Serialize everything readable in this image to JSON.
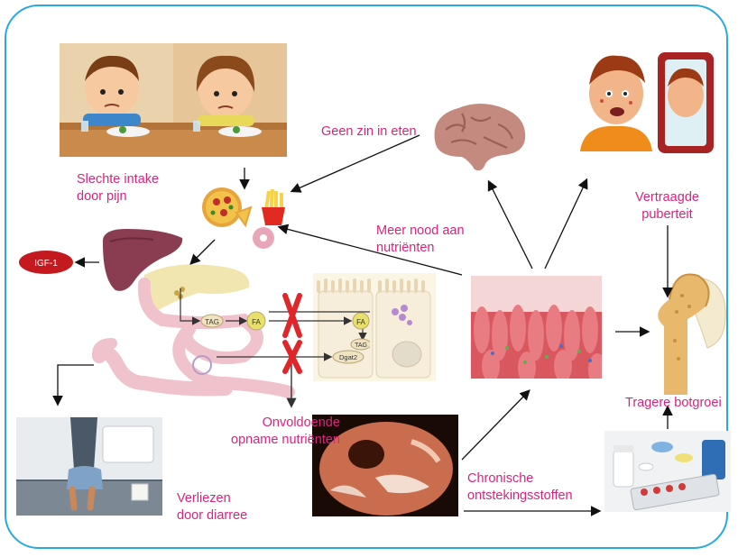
{
  "labels": {
    "slechte_intake": [
      "Slechte intake",
      "door pijn"
    ],
    "geen_zin": "Geen zin in eten",
    "meer_nood": [
      "Meer nood aan",
      "nutriënten"
    ],
    "vertraagde": [
      "Vertraagde",
      "puberteit"
    ],
    "onvoldoende": [
      "Onvoldoende",
      "opname nutriënten"
    ],
    "verliezen": [
      "Verliezen",
      "door diarree"
    ],
    "chronische": [
      "Chronische",
      "ontstekingsstoffen"
    ],
    "tragere": "Tragere botgroei"
  },
  "biochem": {
    "igf": "IGF-1",
    "tag": "TAG",
    "fa": "FA",
    "fa2": "FA",
    "tag2": "TAG",
    "dgat2": "Dgat2"
  },
  "colors": {
    "label": "#d6257d",
    "frame": "#29a9e1",
    "igf_fill": "#c41a1f",
    "cross": "#e0262b"
  }
}
